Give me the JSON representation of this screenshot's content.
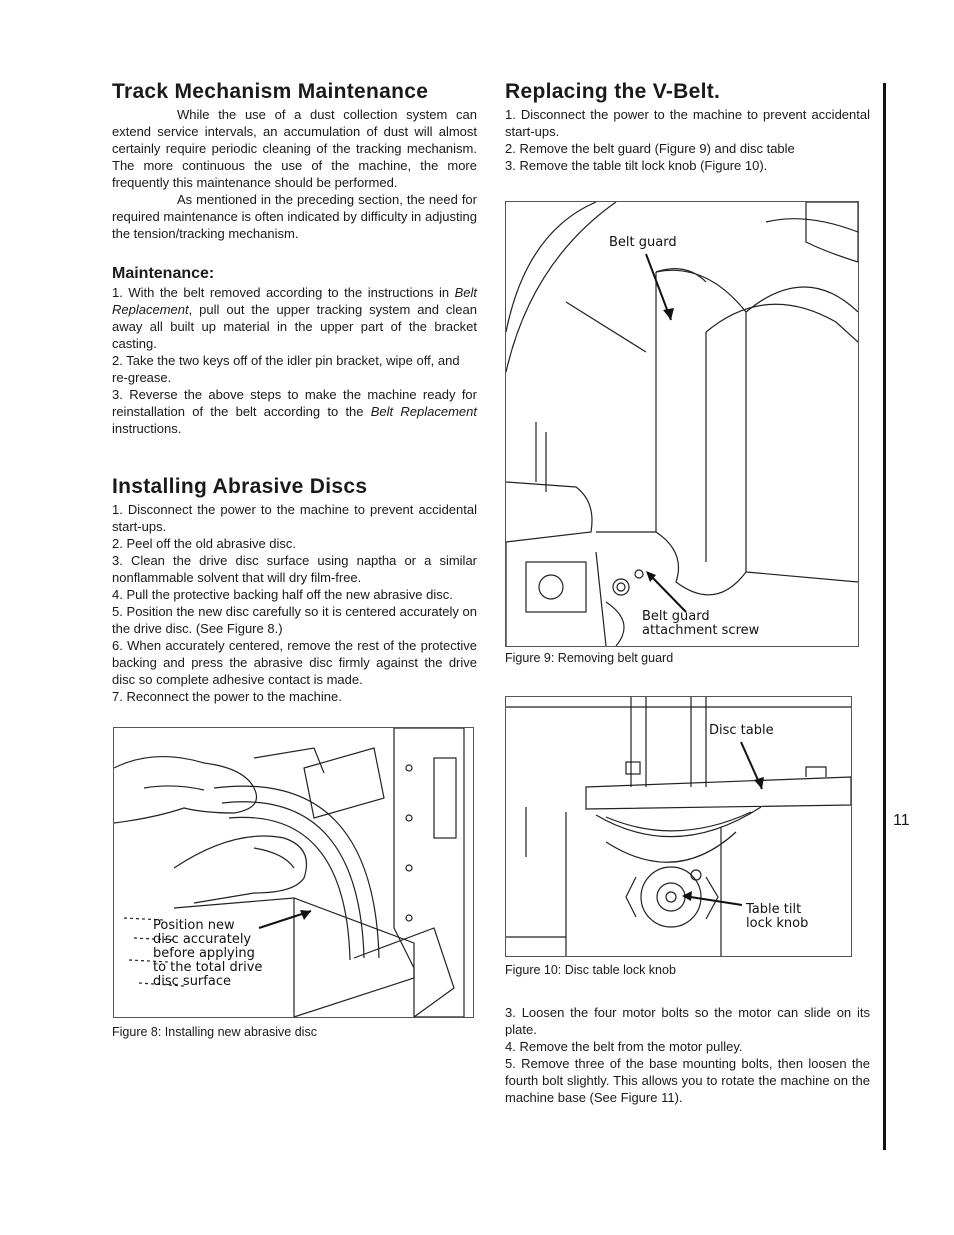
{
  "left": {
    "track_title": "Track Mechanism Maintenance",
    "track_p1": "While the use of a dust collection system can extend service intervals, an accumulation of dust will almost certainly require periodic cleaning of the tracking mechanism. The more continuous the use of the machine, the more frequently this maintenance should be performed.",
    "track_p2": "As mentioned in the preceding section, the need for required maintenance is often indicated by difficulty in adjusting the tension/tracking mechanism.",
    "maint_title": "Maintenance:",
    "maint_1_a": "1.  With the belt removed according to the instructions in ",
    "maint_1_em": "Belt Replacement",
    "maint_1_b": ", pull out the upper tracking system and clean away all built up material in the upper part of the bracket casting.",
    "maint_2": "2.  Take the two keys off of the idler pin bracket, wipe off, and re-grease.",
    "maint_3_a": "3.  Reverse the above steps to make the machine ready for reinstallation of the belt according to the ",
    "maint_3_em": "Belt Replacement",
    "maint_3_b": " instructions.",
    "install_title": "Installing Abrasive Discs",
    "install_1": "1.  Disconnect the power to the machine to prevent accidental start-ups.",
    "install_2": "2.  Peel off the old abrasive disc.",
    "install_3": "3.  Clean the drive disc surface using naptha or a similar nonflammable solvent that will dry film-free.",
    "install_4": "4.  Pull the protective backing half off the new abrasive disc.",
    "install_5": "5.  Position the new disc carefully so it is centered accurately on the drive disc.  (See Figure 8.)",
    "install_6": "6.  When accurately centered, remove the rest of the protective backing and press the abrasive disc firmly against the drive disc so complete adhesive contact is made.",
    "install_7": "7.  Reconnect the power to the machine.",
    "fig8_callout": [
      "Position new",
      "disc accurately",
      "before applying",
      "to the total drive",
      "disc surface"
    ],
    "fig8_caption": "Figure 8: Installing new abrasive disc"
  },
  "right": {
    "vbelt_title": "Replacing the V-Belt.",
    "vbelt_1": "1.  Disconnect the power to the machine to prevent accidental start-ups.",
    "vbelt_2": "2.  Remove the belt guard (Figure 9) and disc table",
    "vbelt_3": "3.  Remove the table tilt lock knob (Figure 10).",
    "fig9_label_guard": "Belt guard",
    "fig9_label_screw": [
      "Belt guard",
      "attachment screw"
    ],
    "fig9_caption": "Figure 9: Removing belt guard",
    "fig10_label_table": "Disc table",
    "fig10_label_knob": [
      "Table tilt",
      "lock knob"
    ],
    "fig10_caption": "Figure 10:  Disc table lock knob",
    "step_3": "3.  Loosen the four motor bolts so the motor can slide on its plate.",
    "step_4": "4.  Remove the belt from the motor pulley.",
    "step_5": "5.  Remove three of the base mounting bolts, then loosen the fourth bolt slightly. This allows you to rotate the machine on the machine base (See Figure 11)."
  },
  "page_number": "11"
}
